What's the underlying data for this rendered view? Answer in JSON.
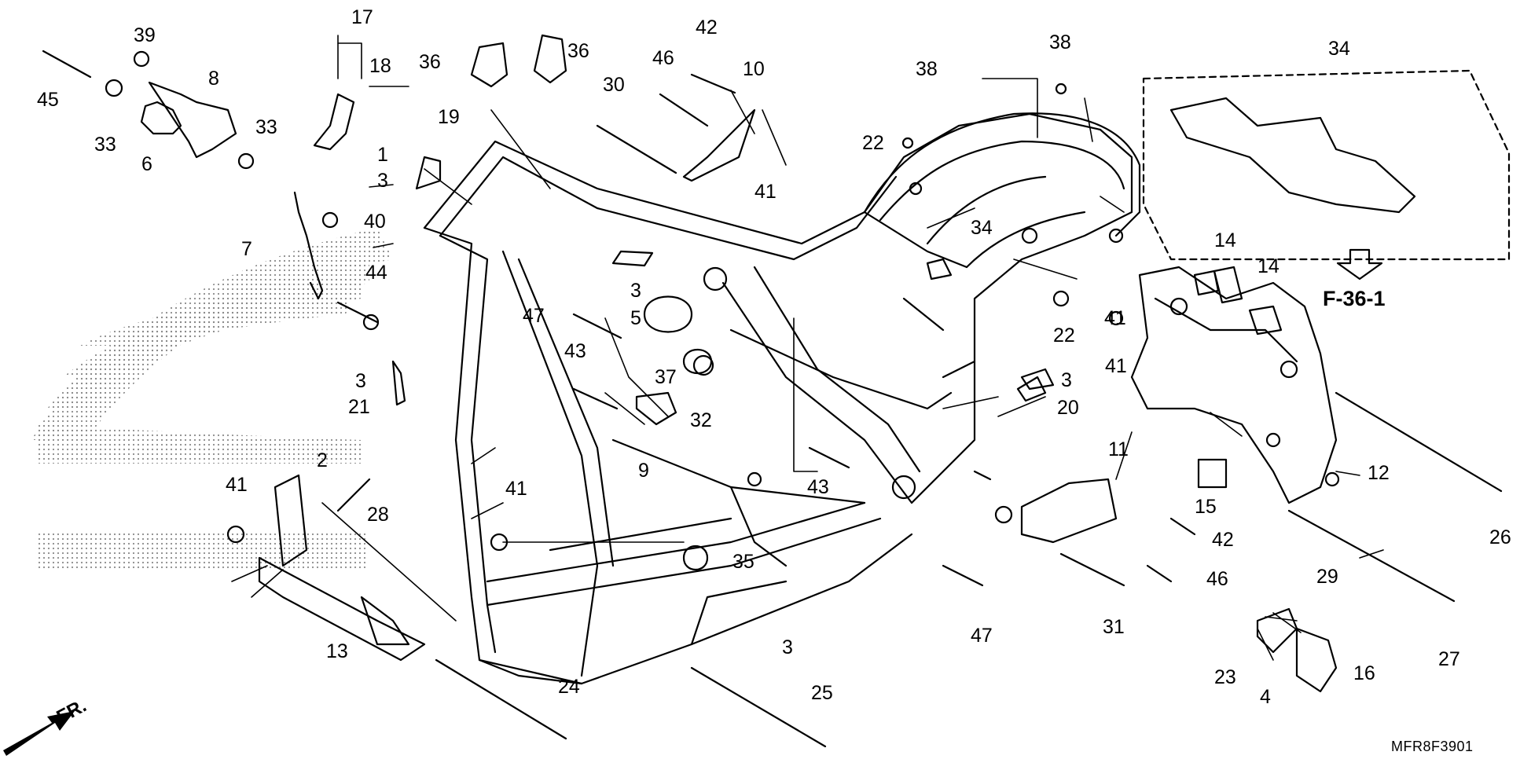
{
  "figure": {
    "code": "MFR8F3901",
    "ref": "F-36-1",
    "front_mark": "FR."
  },
  "labels": [
    "45",
    "39",
    "33",
    "8",
    "6",
    "17",
    "18",
    "19",
    "36",
    "36",
    "42",
    "30",
    "46",
    "10",
    "38",
    "38",
    "34",
    "33",
    "40",
    "7",
    "1",
    "3",
    "22",
    "41",
    "34",
    "44",
    "47",
    "3",
    "5",
    "37",
    "43",
    "32",
    "9",
    "3",
    "21",
    "3",
    "20",
    "41",
    "14",
    "14",
    "41",
    "22",
    "12",
    "26",
    "11",
    "42",
    "15",
    "2",
    "28",
    "41",
    "41",
    "43",
    "35",
    "47",
    "31",
    "46",
    "29",
    "27",
    "16",
    "23",
    "4",
    "13",
    "24",
    "25",
    "3"
  ],
  "colors": {
    "line": "#000000",
    "dots": "#888888",
    "background": "#ffffff"
  }
}
